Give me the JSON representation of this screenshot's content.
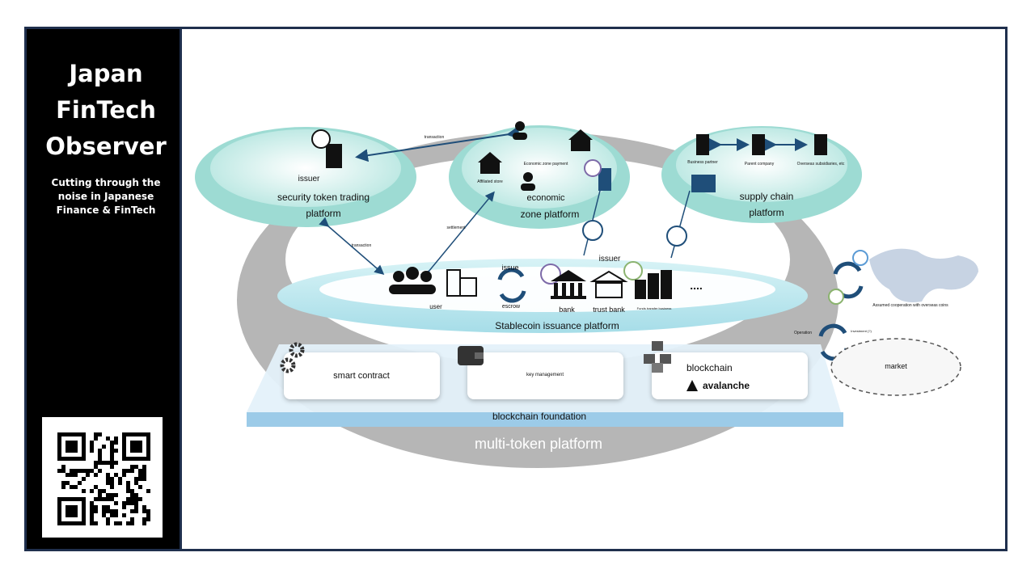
{
  "sidebar": {
    "brand_lines": [
      "Japan",
      "FinTech",
      "Observer"
    ],
    "tagline_lines": [
      "Cutting through the",
      "noise in Japanese",
      "Finance & FinTech"
    ]
  },
  "diagram": {
    "outer_label": "multi-token platform",
    "foundation_label": "blockchain foundation",
    "stablecoin_label": "Stablecoin issuance platform",
    "security": {
      "issuer": "issuer",
      "line1": "security token trading",
      "line2": "platform"
    },
    "economic": {
      "line1": "economic",
      "line2": "zone platform",
      "payment": "Economic zone payment",
      "store": "Affiliated store"
    },
    "supply": {
      "line1": "supply chain",
      "line2": "platform",
      "partner": "Business partner",
      "parent": "Parent company",
      "overseas": "Overseas subsidiaries, etc"
    },
    "arrows": {
      "transaction": "transaction",
      "settlement": "settlement",
      "top": "transaction"
    },
    "stable_items": {
      "user": "user",
      "escrow": "escrow",
      "issue": "issue",
      "bank": "bank",
      "trust_bank": "trust bank",
      "issuer": "issuer",
      "funds_transfer": "Funds transfer business",
      "ellipsis": "...."
    },
    "right": {
      "cooperation": "Assumed cooperation with overseas coins",
      "operation": "Operation",
      "investment": "Investment (?)",
      "market": "market"
    },
    "cards": {
      "smart_contract": "smart contract",
      "key_management": "key management",
      "blockchain": "blockchain",
      "avalanche": "avalanche"
    }
  },
  "colors": {
    "ring_teal": "#8fd6cf",
    "ring_gray": "#a9a9a9",
    "foundation_blue": "#b7daf0",
    "icon_dark": "#111111",
    "arrow_blue": "#1f4e79"
  }
}
